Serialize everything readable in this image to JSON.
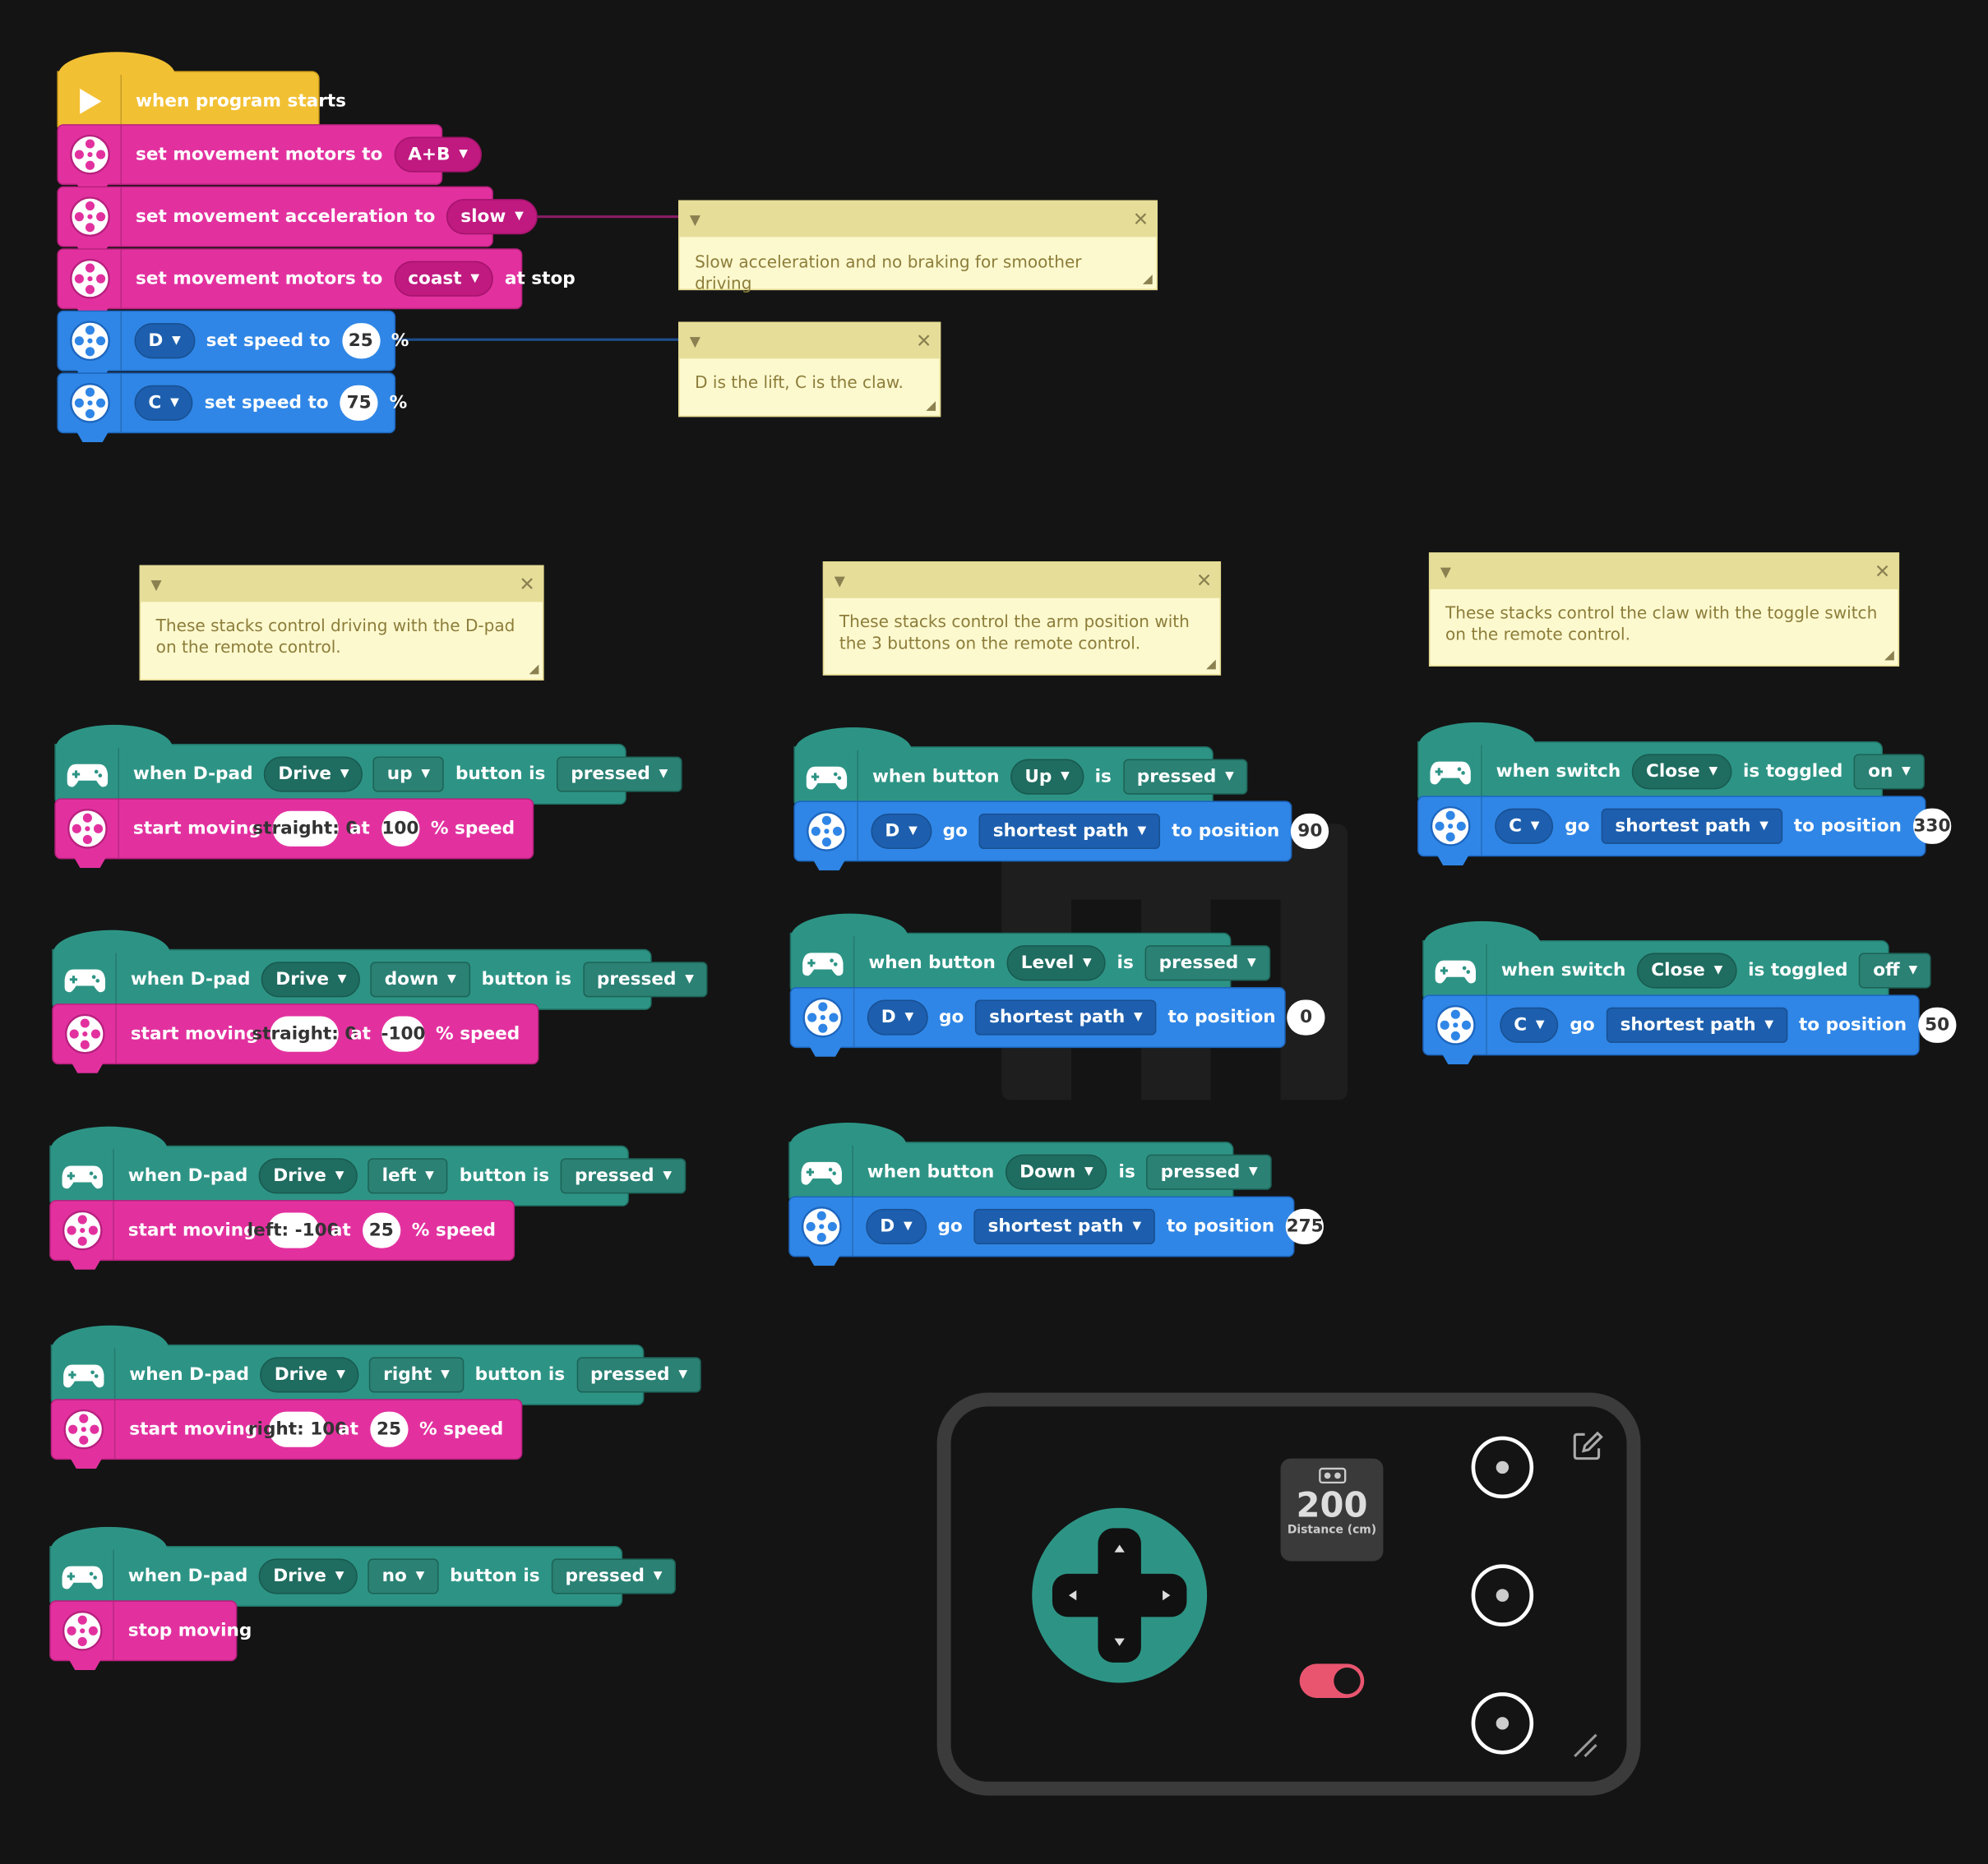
{
  "start": {
    "label": "when program starts"
  },
  "setup": {
    "motors_label": "set movement motors to",
    "motors_value": "A+B",
    "accel_label": "set movement acceleration to",
    "accel_value": "slow",
    "stop_label": "set movement motors to",
    "stop_value": "coast",
    "stop_suffix": "at stop",
    "d_port": "D",
    "d_label": "set speed to",
    "d_speed": "25",
    "d_unit": "%",
    "c_port": "C",
    "c_label": "set speed to",
    "c_speed": "75",
    "c_unit": "%"
  },
  "notes": {
    "accel": "Slow acceleration and no braking for smoother driving",
    "lift": "D is the lift, C is the claw.",
    "driving": "These stacks control driving with the D-pad on the remote control.",
    "arm": "These stacks control the arm position with the 3 buttons on the remote control.",
    "claw": "These stacks control the claw with the toggle switch on the remote control."
  },
  "common": {
    "when_dpad": "when D-pad",
    "drive": "Drive",
    "button_is": "button is",
    "pressed": "pressed",
    "start_moving": "start moving",
    "at": "at",
    "pct_speed": "% speed",
    "stop_moving": "stop moving",
    "when_button": "when button",
    "is": "is",
    "go": "go",
    "shortest_path": "shortest path",
    "to_position": "to position",
    "when_switch": "when switch",
    "close": "Close",
    "is_toggled": "is toggled",
    "port_d": "D",
    "port_c": "C"
  },
  "dpad": [
    {
      "dir": "up",
      "steer": "straight: 0",
      "speed": "100"
    },
    {
      "dir": "down",
      "steer": "straight: 0",
      "speed": "-100"
    },
    {
      "dir": "left",
      "steer": "left: -100",
      "speed": "25"
    },
    {
      "dir": "right",
      "steer": "right: 100",
      "speed": "25"
    },
    {
      "dir": "no"
    }
  ],
  "arm": [
    {
      "button": "Up",
      "position": "90"
    },
    {
      "button": "Level",
      "position": "0"
    },
    {
      "button": "Down",
      "position": "275"
    }
  ],
  "claw": [
    {
      "state": "on",
      "position": "330"
    },
    {
      "state": "off",
      "position": "50"
    }
  ],
  "remote": {
    "distance_value": "200",
    "distance_label": "Distance (cm)"
  },
  "colors": {
    "pink": "#e2319f",
    "blue": "#2f86e6",
    "teal": "#2d9485",
    "yellow": "#f2c033",
    "note": "#fdf9cf"
  }
}
